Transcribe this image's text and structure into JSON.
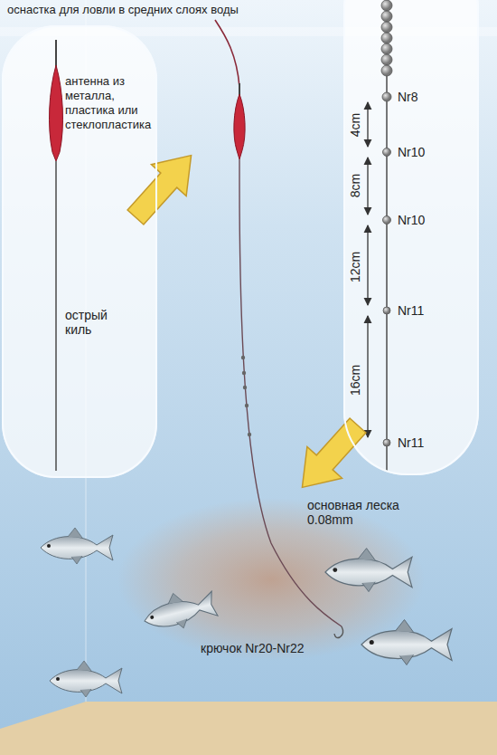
{
  "diagram": {
    "title": "оснастка для ловли в средних слоях воды",
    "nodes": [
      {
        "text": [
          "антенна из металла, пластика или стеклопластика",
          "острый киль"
        ]
      },
      {
        "text": [
          "Nr8",
          "4cm",
          "Nr10",
          "8cm",
          "Nr10",
          "12cm",
          "Nr11",
          "16cm",
          "Nr11"
        ]
      }
    ],
    "labels": [
      "основная леска 0.08mm",
      "крючок Nr20-Nr22"
    ]
  }
}
